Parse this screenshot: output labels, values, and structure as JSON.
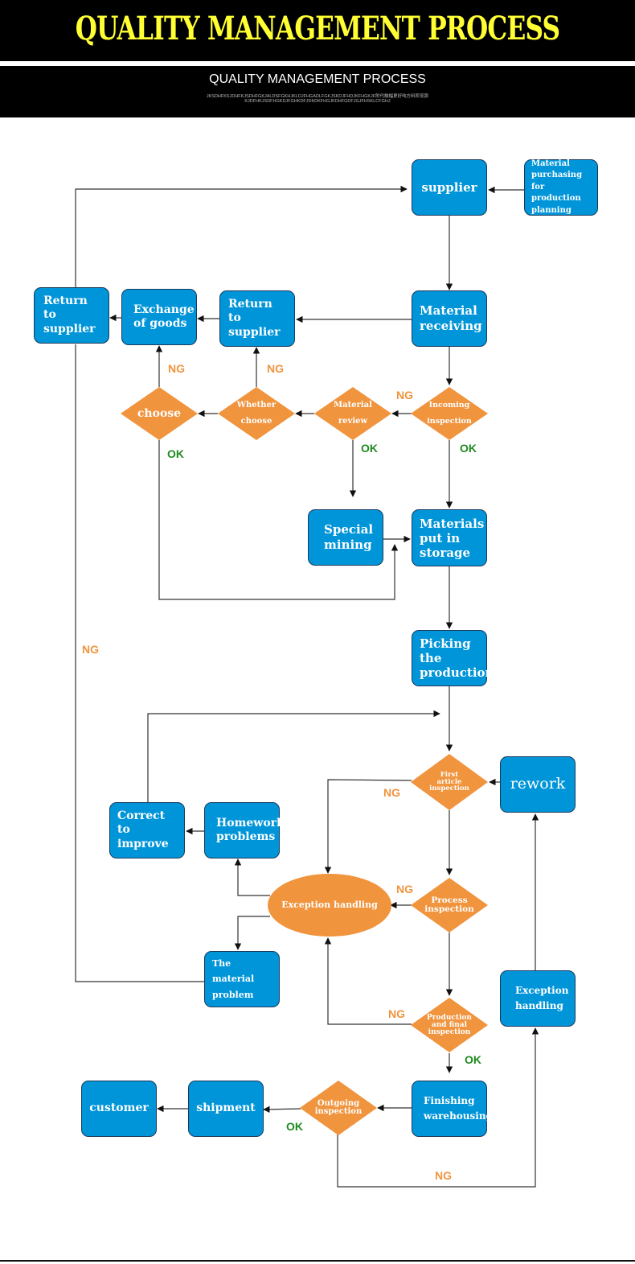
{
  "header": {
    "title": "QUALITY MANAGEMENT PROCESS",
    "subtitle": "QUALITY MANAGEMENT PROCESS",
    "tiny_line1": "JKSDHFKSJDHFKJSDHFGKJALDSFGKHJKLDJFHGADLFGKJSKDJFHDJKFHGKJF附代触幅更好吨方料阶现那",
    "tiny_line2": "KJDFHKJSDFHGKDJFGHKDFJDKDKFHGJKDHFGDFJGJFHSKLCFGHJ"
  },
  "colors": {
    "box": "#0095d9",
    "box_border": "#1a3a5c",
    "diamond": "#f0943e",
    "ng": "#f0943e",
    "ok": "#1f8a1f"
  },
  "boxes": {
    "supplier": "supplier",
    "material_purchasing": "Material\npurchasing\nfor production\nplanning",
    "material_receiving": "Material\nreceiving",
    "return_supplier_1": "Return to\nsupplier",
    "exchange_goods": "Exchange\nof goods",
    "return_supplier_2": "Return to\nsupplier",
    "special_mining": "Special\nmining",
    "materials_storage": "Materials\nput in\nstorage",
    "picking_production": "Picking\nthe\nproduction",
    "rework": "rework",
    "correct_improve": "Correct\nto improve",
    "homework_problems": "Homework\nproblems",
    "material_problem": "The material\nproblem",
    "exception_handling_box": "Exception\nhandling",
    "finishing_warehousing": "Finishing\nwarehousing",
    "shipment": "shipment",
    "customer": "customer"
  },
  "diamonds": {
    "incoming_inspection": "Incoming\ninspection",
    "material_review": "Material\nreview",
    "whether_choose": "Whether\nchoose",
    "choose": "choose",
    "first_article": "First\narticle\ninspection",
    "process_inspection": "Process\ninspection",
    "production_final": "Production\nand final\ninspection",
    "outgoing_inspection": "Outgoing\ninspection"
  },
  "ellipse": {
    "exception_handling": "Exception handling"
  },
  "labels": {
    "ng": "NG",
    "ok": "OK"
  }
}
